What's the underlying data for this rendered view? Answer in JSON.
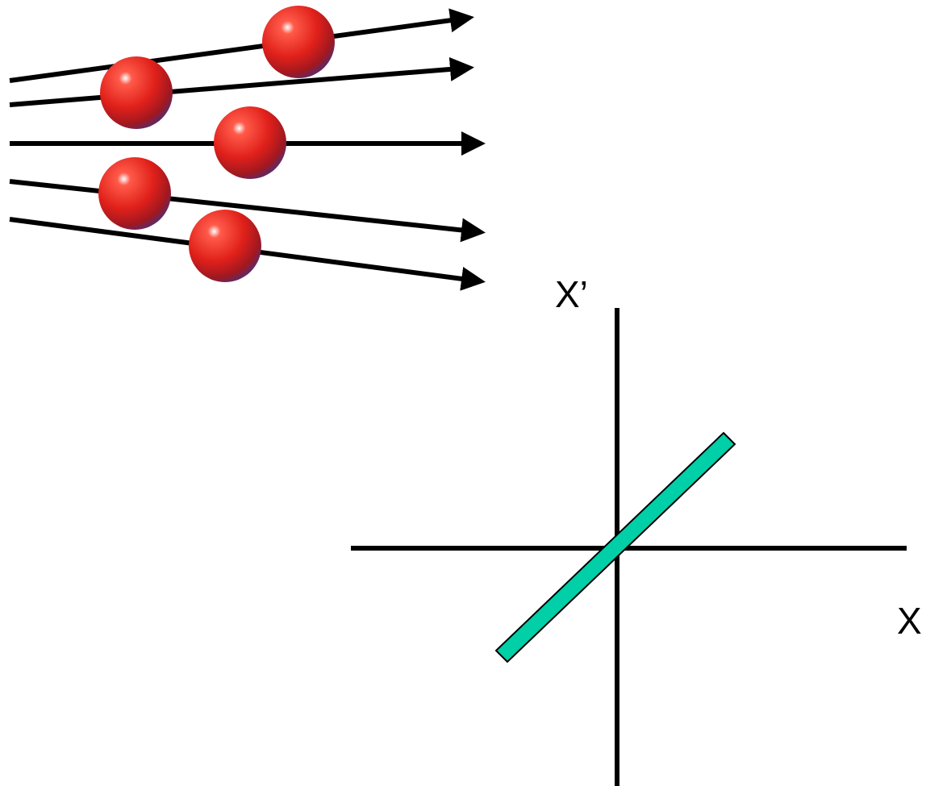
{
  "colors": {
    "background": "#ffffff",
    "line": "#000000",
    "particle": "#e0201a",
    "particle_highlight": "#ffffff",
    "particle_shadow": "#5a2a6a",
    "bar_fill": "#00cfa8",
    "bar_stroke": "#000000"
  },
  "beam": {
    "description_icon": "particle-beam",
    "particles": 5,
    "trajectories": 5
  },
  "axes": {
    "horizontal_label": "X",
    "vertical_label": "X’"
  },
  "phase_space_ellipse": {
    "shape": "thin-tilted-bar",
    "icon": "correlation-bar-icon"
  }
}
